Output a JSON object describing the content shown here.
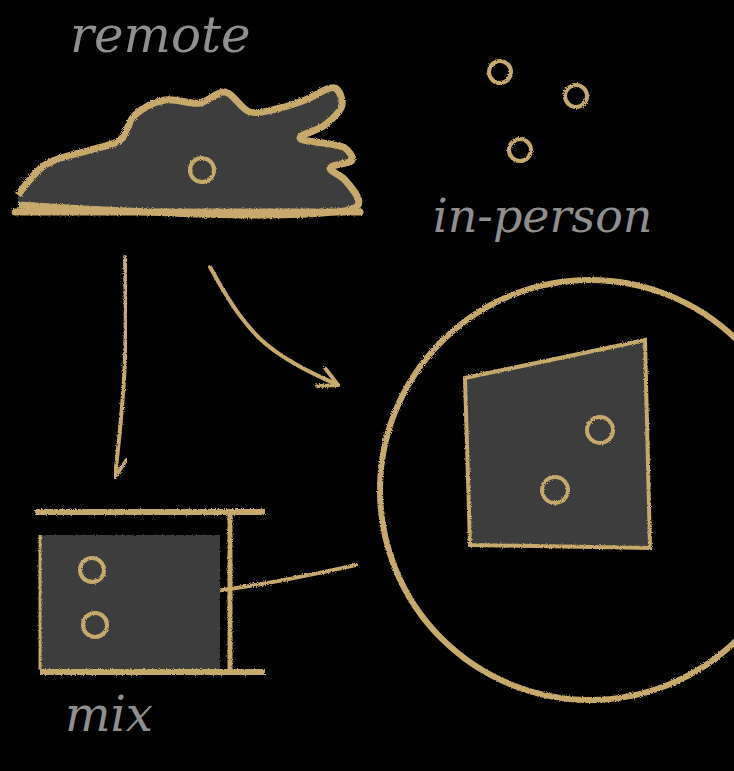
{
  "diagram": {
    "nodes": [
      {
        "text": [
          "remote"
        ]
      },
      {
        "text": [
          "in-person"
        ]
      },
      {
        "text": [
          "mix"
        ]
      }
    ],
    "edges": [
      {
        "from": 0,
        "to": 2,
        "arrow": "to"
      },
      {
        "from": 0,
        "to": 1,
        "arrow": "to"
      },
      {
        "from": 1,
        "to": 2,
        "arrow": "to"
      }
    ]
  }
}
